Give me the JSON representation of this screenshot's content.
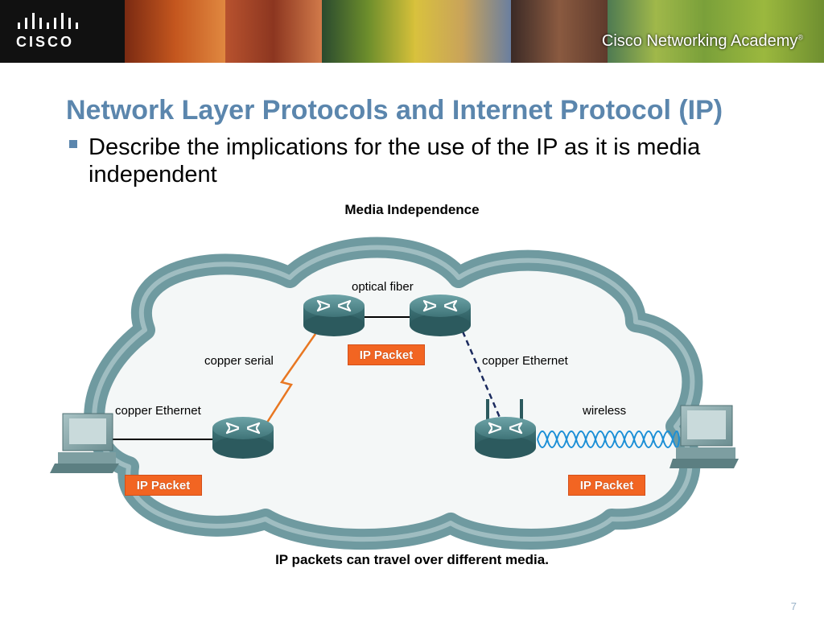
{
  "header": {
    "logo_text": "CISCO",
    "academy_text": "Cisco Networking Academy",
    "academy_mark": "®"
  },
  "slide": {
    "title": "Network Layer Protocols and Internet Protocol (IP)",
    "bullet": "Describe the implications for the use of the IP as it is media independent",
    "page_number": "7"
  },
  "diagram": {
    "title": "Media Independence",
    "caption": "IP packets can travel over different media.",
    "labels": {
      "optical_fiber": "optical fiber",
      "copper_serial": "copper serial",
      "copper_ethernet_right": "copper Ethernet",
      "copper_ethernet_left": "copper Ethernet",
      "wireless": "wireless"
    },
    "packets": {
      "center": "IP Packet",
      "left": "IP Packet",
      "right": "IP Packet"
    }
  },
  "colors": {
    "title_blue": "#5b86ad",
    "cloud_outer": "#6f9aa0",
    "cloud_inner": "#f4f7f7",
    "packet_orange": "#f26522",
    "router_teal": "#4f8589",
    "serial_orange": "#e87722",
    "wireless_blue": "#1c8fd6",
    "ethernet_dark_blue": "#1b2a5e"
  }
}
